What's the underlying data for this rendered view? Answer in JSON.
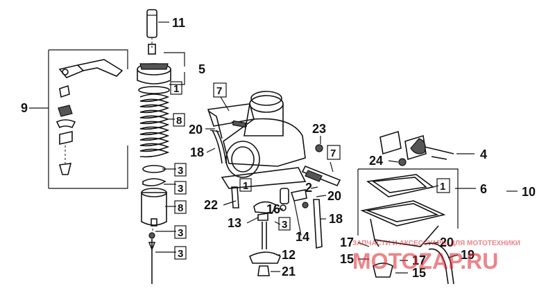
{
  "callouts": {
    "c11": "11",
    "c5": "5",
    "c1a": "1",
    "c9": "9",
    "c8a": "8",
    "c3a": "3",
    "c3b": "3",
    "c8b": "8",
    "c3c": "3",
    "c3d": "3",
    "c7a": "7",
    "c20a": "20",
    "c18a": "18",
    "c23": "23",
    "c7b": "7",
    "c1b": "1",
    "c2": "2",
    "c20b": "20",
    "c22": "22",
    "c16": "16",
    "c13": "13",
    "c3e": "3",
    "c14": "14",
    "c18b": "18",
    "c12": "12",
    "c21": "21",
    "c4": "4",
    "c24": "24",
    "c6": "6",
    "c1c": "1",
    "c10": "10",
    "c17a": "17",
    "c15a": "15",
    "c20c": "20",
    "c19": "19",
    "c17b": "17",
    "c15b": "15"
  },
  "watermark": {
    "small": "ЗАПЧАСТИ И АКСЕССУАРЫ ДЛЯ МОТОТЕХНИКИ",
    "brand": "MOTOZAP.RU",
    "color": "#e0202a"
  }
}
